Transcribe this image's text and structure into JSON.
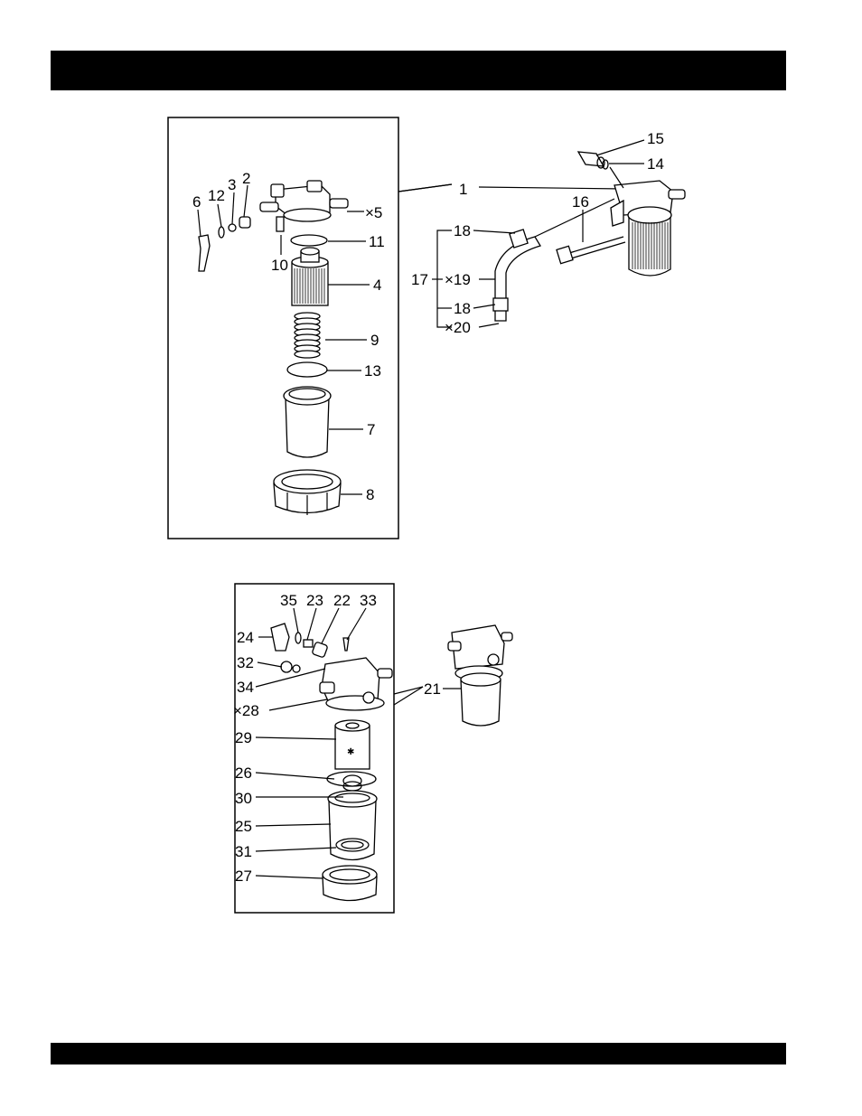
{
  "labels": {
    "l1": "1",
    "l2": "2",
    "l3": "3",
    "l4": "4",
    "l5": "×5",
    "l6": "6",
    "l7": "7",
    "l8": "8",
    "l9": "9",
    "l10": "10",
    "l11": "11",
    "l12": "12",
    "l13": "13",
    "l14": "14",
    "l15": "15",
    "l16": "16",
    "l17": "17",
    "l18a": "18",
    "l18b": "18",
    "l19": "×19",
    "l20": "×20",
    "l21": "21",
    "l22": "22",
    "l23": "23",
    "l24": "24",
    "l25": "25",
    "l26": "26",
    "l27": "27",
    "l28": "×28",
    "l29": "29",
    "l30": "30",
    "l31": "31",
    "l32": "32",
    "l33": "33",
    "l34": "34",
    "l35": "35"
  }
}
